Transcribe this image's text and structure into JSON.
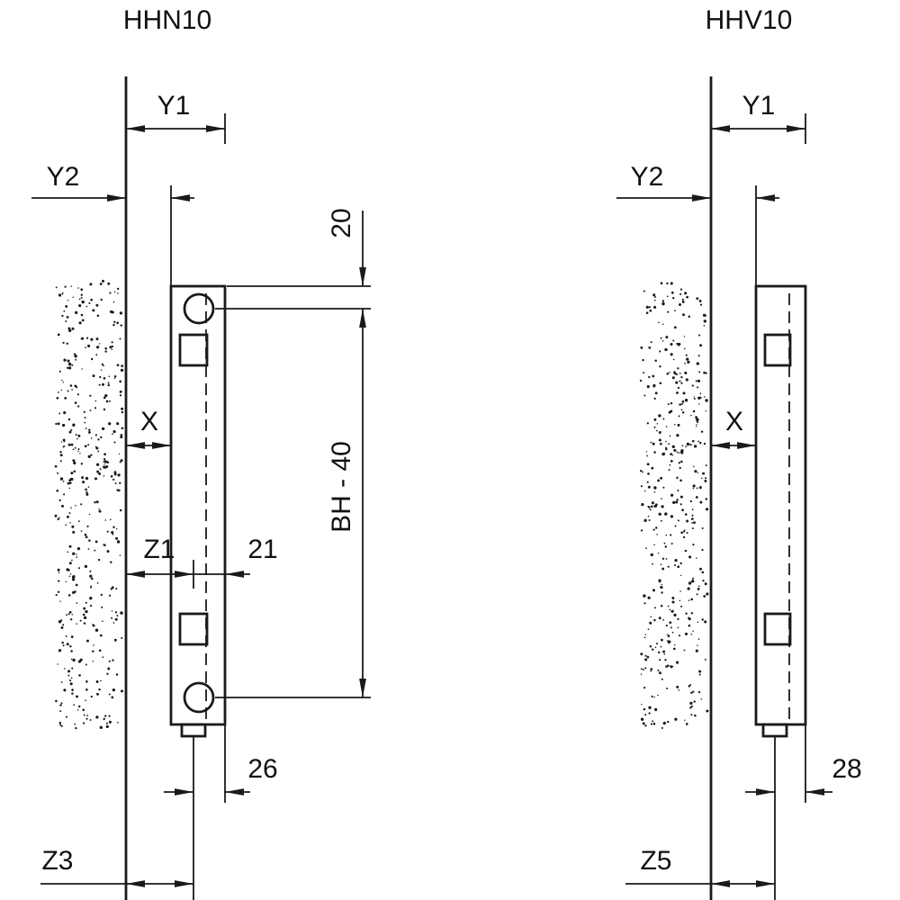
{
  "drawing": {
    "background": "#ffffff",
    "line_color": "#1a1a1a"
  },
  "left_diagram": {
    "title": "HHN10",
    "labels": {
      "y1": "Y1",
      "y2": "Y2",
      "top_offset": "20",
      "x": "X",
      "height_span": "BH - 40",
      "z1": "Z1",
      "bracket_to_front": "21",
      "pipe_to_front": "26",
      "z3": "Z3"
    }
  },
  "right_diagram": {
    "title": "HHV10",
    "labels": {
      "y1": "Y1",
      "y2": "Y2",
      "x": "X",
      "pipe_to_front": "28",
      "z5": "Z5"
    }
  }
}
